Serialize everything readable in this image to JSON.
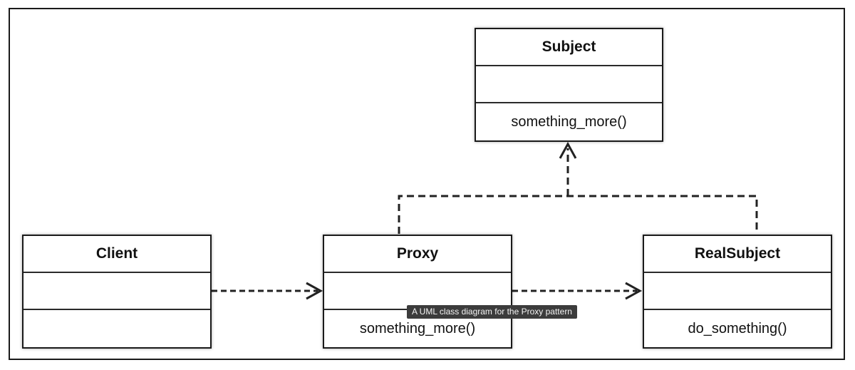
{
  "diagram": {
    "classes": {
      "subject": {
        "name": "Subject",
        "attributes": "",
        "operations": "something_more()"
      },
      "client": {
        "name": "Client",
        "attributes": "",
        "operations": ""
      },
      "proxy": {
        "name": "Proxy",
        "attributes": "",
        "operations": "something_more()"
      },
      "real_subject": {
        "name": "RealSubject",
        "attributes": "",
        "operations": "do_something()"
      }
    },
    "relationships": [
      {
        "from": "Client",
        "to": "Proxy",
        "style": "dashed",
        "arrow": "open"
      },
      {
        "from": "Proxy",
        "to": "RealSubject",
        "style": "dashed",
        "arrow": "open"
      },
      {
        "from": "Proxy",
        "to": "Subject",
        "style": "dashed",
        "arrow": "open"
      },
      {
        "from": "RealSubject",
        "to": "Subject",
        "style": "dashed",
        "arrow": "open"
      }
    ]
  },
  "caption": {
    "text": "A UML class diagram for the Proxy pattern"
  }
}
